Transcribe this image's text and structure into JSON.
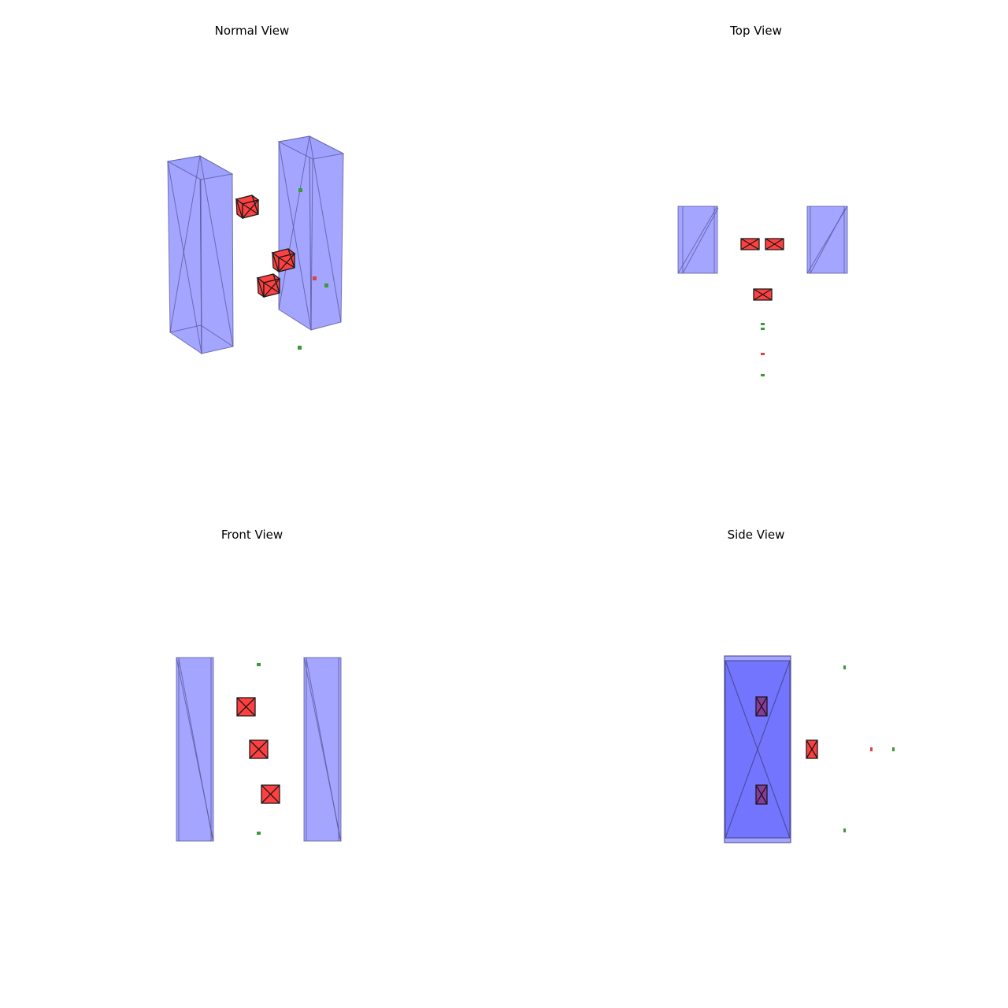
{
  "views": {
    "normal": {
      "title": "Normal View"
    },
    "top": {
      "title": "Top View"
    },
    "front": {
      "title": "Front View"
    },
    "side": {
      "title": "Side View"
    }
  },
  "colors": {
    "column_fill": "#9fa0ff",
    "column_fill_dark": "#6b6cff",
    "column_edge": "#5a5aa0",
    "box_fill": "#ff4040",
    "box_edge": "#1a1a1a",
    "marker_green": "#3a9a3a",
    "marker_red": "#e04040"
  }
}
